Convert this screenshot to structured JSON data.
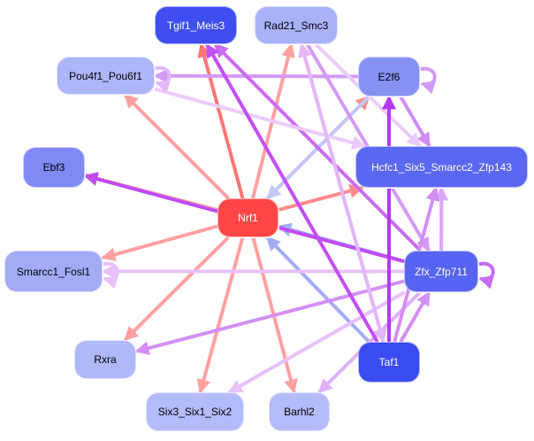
{
  "diagram": {
    "type": "gene regulatory network",
    "nodes": [
      {
        "id": "Tgif1_Meis3",
        "label": "Tgif1_Meis3",
        "fill": "#3e4ef0",
        "text": "#ffffff"
      },
      {
        "id": "Rad21_Smc3",
        "label": "Rad21_Smc3",
        "fill": "#a9b1f7",
        "text": "#000000"
      },
      {
        "id": "Pou4f1_Pou6f1",
        "label": "Pou4f1_Pou6f1",
        "fill": "#adb6f8",
        "text": "#000000"
      },
      {
        "id": "E2f6",
        "label": "E2f6",
        "fill": "#8792f5",
        "text": "#000000"
      },
      {
        "id": "Ebf3",
        "label": "Ebf3",
        "fill": "#7f8af4",
        "text": "#000000"
      },
      {
        "id": "Hcfc1",
        "label": "Hcfc1_Six5_Smarcc2_Zfp143",
        "fill": "#5a67f1",
        "text": "#ffffff"
      },
      {
        "id": "Nrf1",
        "label": "Nrf1",
        "fill": "#ff4646",
        "text": "#ffffff"
      },
      {
        "id": "Smarcc1_Fosl1",
        "label": "Smarcc1_Fosl1",
        "fill": "#a3abf6",
        "text": "#000000"
      },
      {
        "id": "Zfx_Zfp711",
        "label": "Zfx_Zfp711",
        "fill": "#5664f1",
        "text": "#ffffff"
      },
      {
        "id": "Rxra",
        "label": "Rxra",
        "fill": "#b0b8f8",
        "text": "#000000"
      },
      {
        "id": "Taf1",
        "label": "Taf1",
        "fill": "#3a4bf0",
        "text": "#ffffff"
      },
      {
        "id": "Six3_Six1_Six2",
        "label": "Six3_Six1_Six2",
        "fill": "#b3bbf8",
        "text": "#000000"
      },
      {
        "id": "Barhl2",
        "label": "Barhl2",
        "fill": "#b3bbf8",
        "text": "#000000"
      }
    ],
    "edges": [
      {
        "from": "Nrf1",
        "to": "Tgif1_Meis3",
        "color": "#ff7575"
      },
      {
        "from": "Nrf1",
        "to": "Rad21_Smc3",
        "color": "#ffa0a0"
      },
      {
        "from": "Nrf1",
        "to": "Pou4f1_Pou6f1",
        "color": "#ffa0a0"
      },
      {
        "from": "Nrf1",
        "to": "E2f6",
        "color": "#ff8a8a"
      },
      {
        "from": "Nrf1",
        "to": "Ebf3",
        "color": "#ffa0a0"
      },
      {
        "from": "Nrf1",
        "to": "Hcfc1",
        "color": "#ff8a8a"
      },
      {
        "from": "Nrf1",
        "to": "Smarcc1_Fosl1",
        "color": "#ffa0a0"
      },
      {
        "from": "Nrf1",
        "to": "Rxra",
        "color": "#ffa0a0"
      },
      {
        "from": "Nrf1",
        "to": "Six3_Six1_Six2",
        "color": "#ffa0a0"
      },
      {
        "from": "Nrf1",
        "to": "Barhl2",
        "color": "#ffa0a0"
      },
      {
        "from": "E2f6",
        "to": "Nrf1",
        "color": "#c2c8f8"
      },
      {
        "from": "E2f6",
        "to": "Pou4f1_Pou6f1",
        "color": "#d39af5"
      },
      {
        "from": "E2f6",
        "to": "Hcfc1",
        "color": "#d08cf5"
      },
      {
        "from": "E2f6",
        "to": "E2f6",
        "color": "#d39af5",
        "self": true
      },
      {
        "from": "Zfx_Zfp711",
        "to": "Nrf1",
        "color": "#a3acf6"
      },
      {
        "from": "Taf1",
        "to": "Nrf1",
        "color": "#a3acf6"
      },
      {
        "from": "Zfx_Zfp711",
        "to": "Ebf3",
        "color": "#c04bf3"
      },
      {
        "from": "Zfx_Zfp711",
        "to": "Tgif1_Meis3",
        "color": "#c86cf4"
      },
      {
        "from": "Zfx_Zfp711",
        "to": "Smarcc1_Fosl1",
        "color": "#e8c0fa"
      },
      {
        "from": "Zfx_Zfp711",
        "to": "Rxra",
        "color": "#d48ef6"
      },
      {
        "from": "Zfx_Zfp711",
        "to": "Hcfc1",
        "color": "#dca6f8"
      },
      {
        "from": "Zfx_Zfp711",
        "to": "Zfx_Zfp711",
        "color": "#c86cf4",
        "self": true
      },
      {
        "from": "Zfx_Zfp711",
        "to": "Six3_Six1_Six2",
        "color": "#e8c0fa"
      },
      {
        "from": "Zfx_Zfp711",
        "to": "Barhl2",
        "color": "#ddb0f8"
      },
      {
        "from": "Rad21_Smc3",
        "to": "Zfx_Zfp711",
        "color": "#d39af5"
      },
      {
        "from": "Rad21_Smc3",
        "to": "Hcfc1",
        "color": "#ebcbfb"
      },
      {
        "from": "Rad21_Smc3",
        "to": "Taf1",
        "color": "#e0b4f8"
      },
      {
        "from": "Pou4f1_Pou6f1",
        "to": "Hcfc1",
        "color": "#ebcbfb"
      },
      {
        "from": "Pou4f1_Pou6f1",
        "to": "Pou4f1_Pou6f1",
        "color": "#e3b8f9",
        "self": true
      },
      {
        "from": "Taf1",
        "to": "Tgif1_Meis3",
        "color": "#c24ff3"
      },
      {
        "from": "Taf1",
        "to": "E2f6",
        "color": "#b13af2"
      },
      {
        "from": "Taf1",
        "to": "Zfx_Zfp711",
        "color": "#d48ef6"
      },
      {
        "from": "Taf1",
        "to": "Hcfc1",
        "color": "#d48ef6"
      },
      {
        "from": "Taf1",
        "to": "Rad21_Smc3",
        "color": "#e3b8f9"
      },
      {
        "from": "Smarcc1_Fosl1",
        "to": "Smarcc1_Fosl1",
        "color": "#e8c0fa",
        "self": true
      }
    ]
  }
}
